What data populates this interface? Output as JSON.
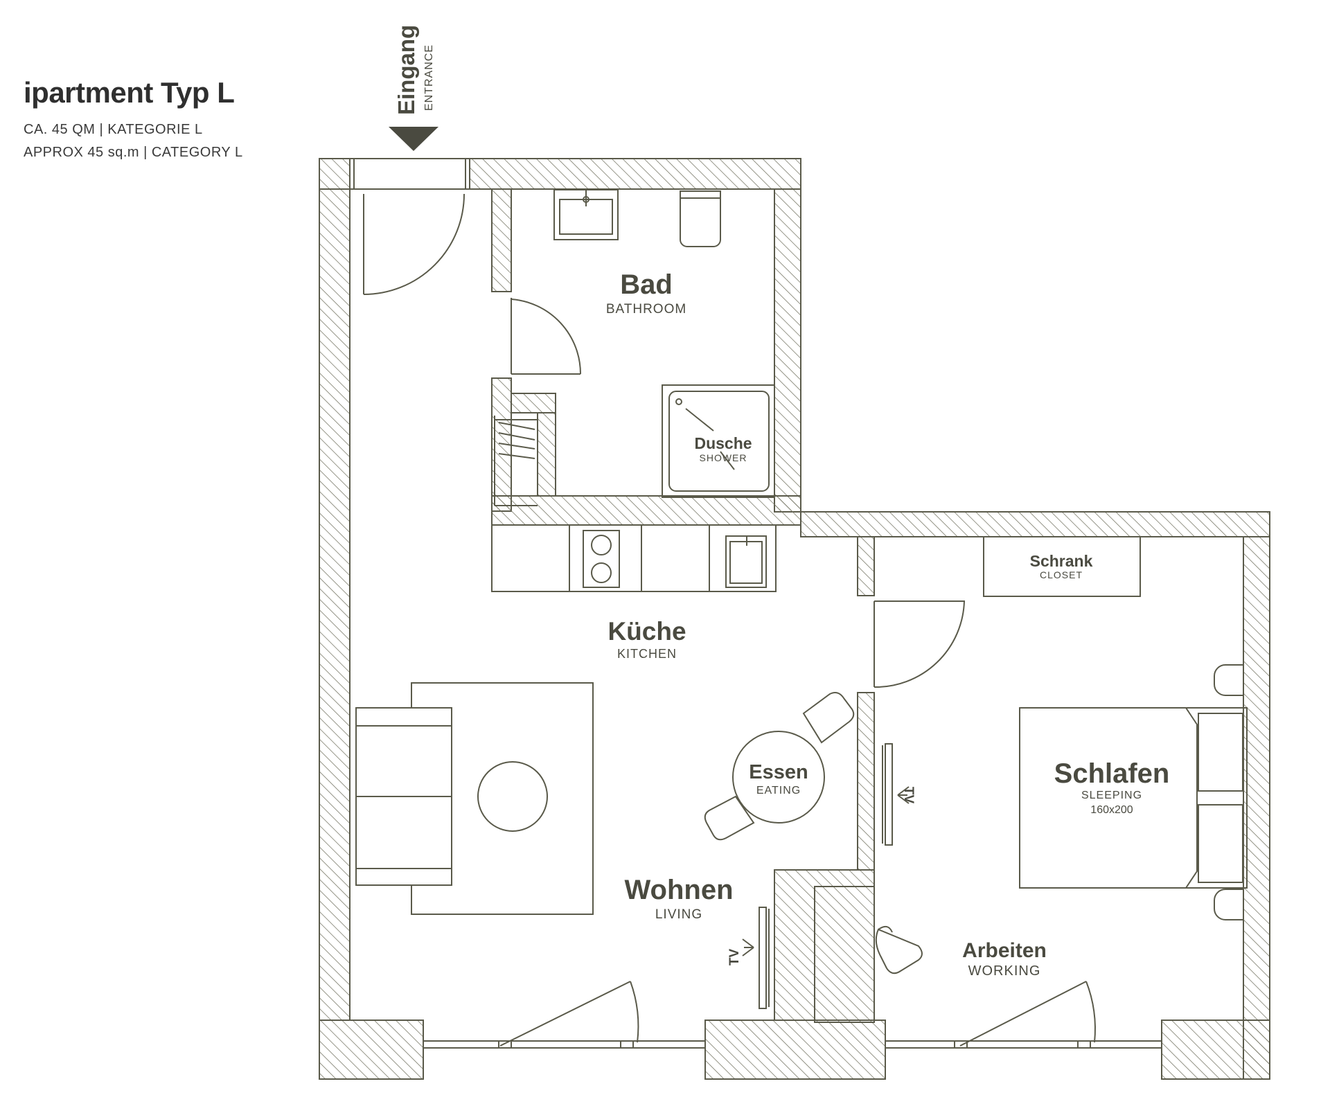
{
  "header": {
    "title": "ipartment Typ L",
    "subtitle_de": "CA. 45 QM | KATEGORIE L",
    "subtitle_en": "APPROX 45 sq.m | CATEGORY L"
  },
  "entrance": {
    "label_de": "Eingang",
    "label_en": "ENTRANCE"
  },
  "rooms": {
    "bad": {
      "de": "Bad",
      "en": "BATHROOM"
    },
    "dusche": {
      "de": "Dusche",
      "en": "SHOWER"
    },
    "kueche": {
      "de": "Küche",
      "en": "KITCHEN"
    },
    "schrank": {
      "de": "Schrank",
      "en": "CLOSET"
    },
    "essen": {
      "de": "Essen",
      "en": "EATING"
    },
    "schlafen": {
      "de": "Schlafen",
      "en": "SLEEPING",
      "size": "160x200"
    },
    "wohnen": {
      "de": "Wohnen",
      "en": "LIVING"
    },
    "arbeiten": {
      "de": "Arbeiten",
      "en": "WORKING"
    }
  },
  "tv_label": "TV",
  "colors": {
    "line": "#5a5a4a",
    "hatch": "#7a7a6a",
    "text": "#4a4a40"
  }
}
